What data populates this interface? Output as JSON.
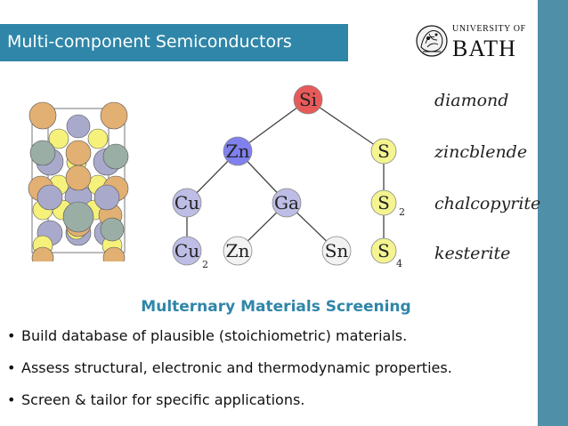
{
  "slide": {
    "title": "Multi-component Semiconductors",
    "section_title": "Multernary Materials Screening",
    "bullets": [
      "Build database of plausible (stoichiometric) materials.",
      "Assess structural, electronic and thermodynamic properties.",
      "Screen & tailor for specific applications."
    ],
    "bullet_glyph": "•"
  },
  "logo": {
    "line1": "UNIVERSITY OF",
    "line2": "BATH"
  },
  "tree": {
    "nodes": {
      "si": "Si",
      "zn": "Zn",
      "s1": "S",
      "cu": "Cu",
      "ga": "Ga",
      "s2": "S",
      "cu2": "Cu",
      "zn2": "Zn",
      "sn": "Sn",
      "s4": "S"
    },
    "subscripts": {
      "s2": "2",
      "cu2": "2",
      "s4": "4"
    }
  },
  "structures": [
    "diamond",
    "zincblende",
    "chalcopyrite",
    "kesterite"
  ],
  "colors": {
    "accent": "#2f86a8",
    "side_bar": "#4f90a8",
    "si": "#e85a5a",
    "zn": "#8080ee",
    "cu": "#bdbde6",
    "s": "#f4f490"
  }
}
